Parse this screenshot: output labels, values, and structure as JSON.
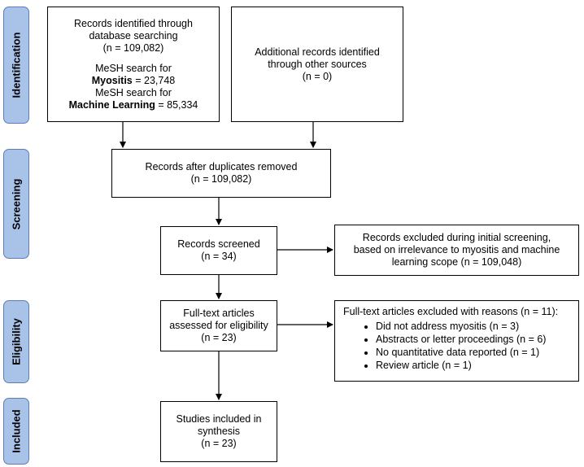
{
  "phases": [
    "Identification",
    "Screening",
    "Eligibility",
    "Included"
  ],
  "boxes": {
    "db_search": {
      "line1": "Records identified through",
      "line2": "database searching",
      "line3": "(n = 109,082)",
      "mesh1_prefix": "MeSH search for",
      "mesh1_term": "Myositis",
      "mesh1_value": " = 23,748",
      "mesh2_prefix": "MeSH search for",
      "mesh2_term": "Machine Learning",
      "mesh2_value": " = 85,334"
    },
    "other_sources": {
      "line1": "Additional records identified",
      "line2": "through other sources",
      "line3": "(n = 0)"
    },
    "duplicates": {
      "line1": "Records after duplicates removed",
      "line2": "(n = 109,082)"
    },
    "screened": {
      "line1": "Records screened",
      "line2": "(n = 34)"
    },
    "excluded_screening": {
      "line1": "Records excluded during initial screening,",
      "line2": "based on irrelevance to myositis and machine",
      "line3": "learning scope (n = 109,048)"
    },
    "full_text": {
      "line1": "Full-text articles",
      "line2": "assessed for eligibility",
      "line3": "(n = 23)"
    },
    "excluded_full_text": {
      "heading": "Full-text articles excluded with reasons (n = 11):",
      "reasons": [
        "Did not address myositis (n = 3)",
        "Abstracts or letter proceedings (n = 6)",
        "No quantitative data reported (n = 1)",
        "Review article (n = 1)"
      ]
    },
    "included": {
      "line1": "Studies included in",
      "line2": "synthesis",
      "line3": "(n = 23)"
    }
  }
}
